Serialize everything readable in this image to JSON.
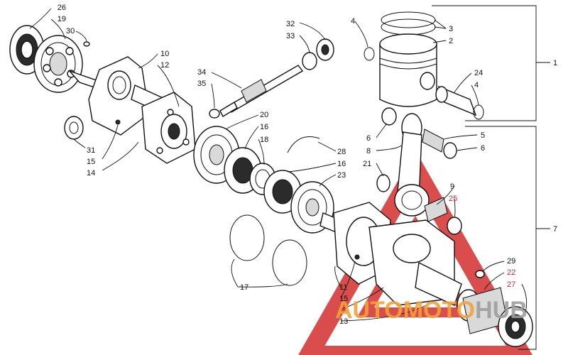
{
  "callouts": {
    "c26": "26",
    "c19": "19",
    "c30": "30",
    "c10": "10",
    "c12": "12",
    "c32": "32",
    "c33": "33",
    "c34": "34",
    "c35": "35",
    "c4a": "4",
    "c3": "3",
    "c2": "2",
    "c1": "1",
    "c24": "24",
    "c4b": "4",
    "c31": "31",
    "c15a": "15",
    "c14a": "14",
    "c20": "20",
    "c16a": "16",
    "c18": "18",
    "c28": "28",
    "c16b": "16",
    "c23": "23",
    "c6a": "6",
    "c8": "8",
    "c21": "21",
    "c5": "5",
    "c6b": "6",
    "c9": "9",
    "c25": "25",
    "c7": "7",
    "c17": "17",
    "c11": "11",
    "c15b": "15",
    "c14b": "14",
    "c13": "13",
    "c29": "29",
    "c22": "22",
    "c27": "27"
  },
  "watermark": {
    "part1": "AUTO",
    "part2": "MOTO",
    "part3": "HUB",
    "colors": {
      "orange": "#f2a23a",
      "red": "#d32f2f",
      "grey": "#9e9e9e"
    }
  }
}
